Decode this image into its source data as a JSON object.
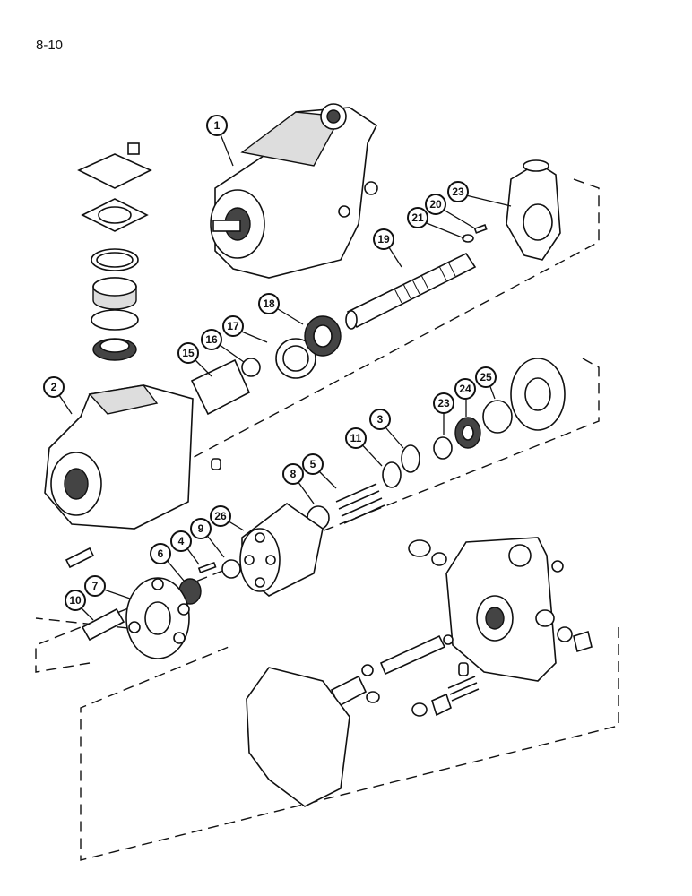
{
  "page": {
    "number": "8-10"
  },
  "callouts": [
    "1",
    "2",
    "3",
    "4",
    "5",
    "6",
    "7",
    "8",
    "9",
    "10",
    "11",
    "15",
    "16",
    "17",
    "18",
    "19",
    "20",
    "21",
    "23",
    "23",
    "24",
    "25",
    "26"
  ]
}
